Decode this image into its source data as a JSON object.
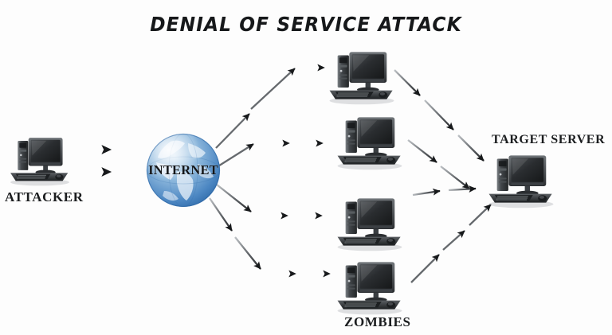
{
  "diagram": {
    "title": "DENIAL OF SERVICE ATTACK",
    "background_color": "#fdfdfd",
    "ink_color": "#1b1d1f",
    "globe_color": "#3f77b8"
  },
  "nodes": {
    "attacker": {
      "label": "ATTACKER",
      "icon": "desktop-computer-icon"
    },
    "internet": {
      "label": "INTERNET",
      "icon": "globe-icon"
    },
    "zombies": {
      "label": "ZOMBIES",
      "icon": "desktop-computer-icon",
      "count": 4,
      "items": [
        {
          "label": "",
          "icon": "desktop-computer-icon"
        },
        {
          "label": "",
          "icon": "desktop-computer-icon"
        },
        {
          "label": "",
          "icon": "desktop-computer-icon"
        },
        {
          "label": "",
          "icon": "desktop-computer-icon"
        }
      ]
    },
    "target": {
      "label": "TARGET SERVER",
      "icon": "desktop-computer-icon"
    }
  },
  "flows": {
    "attacker_to_internet": {
      "arrow_count": 2,
      "style": "straight-arrow"
    },
    "internet_to_zombies": {
      "arrow_count": 4,
      "style": "dashed-arrow"
    },
    "zombies_to_target": {
      "arrow_count": 4,
      "style": "dashed-arrow"
    }
  }
}
